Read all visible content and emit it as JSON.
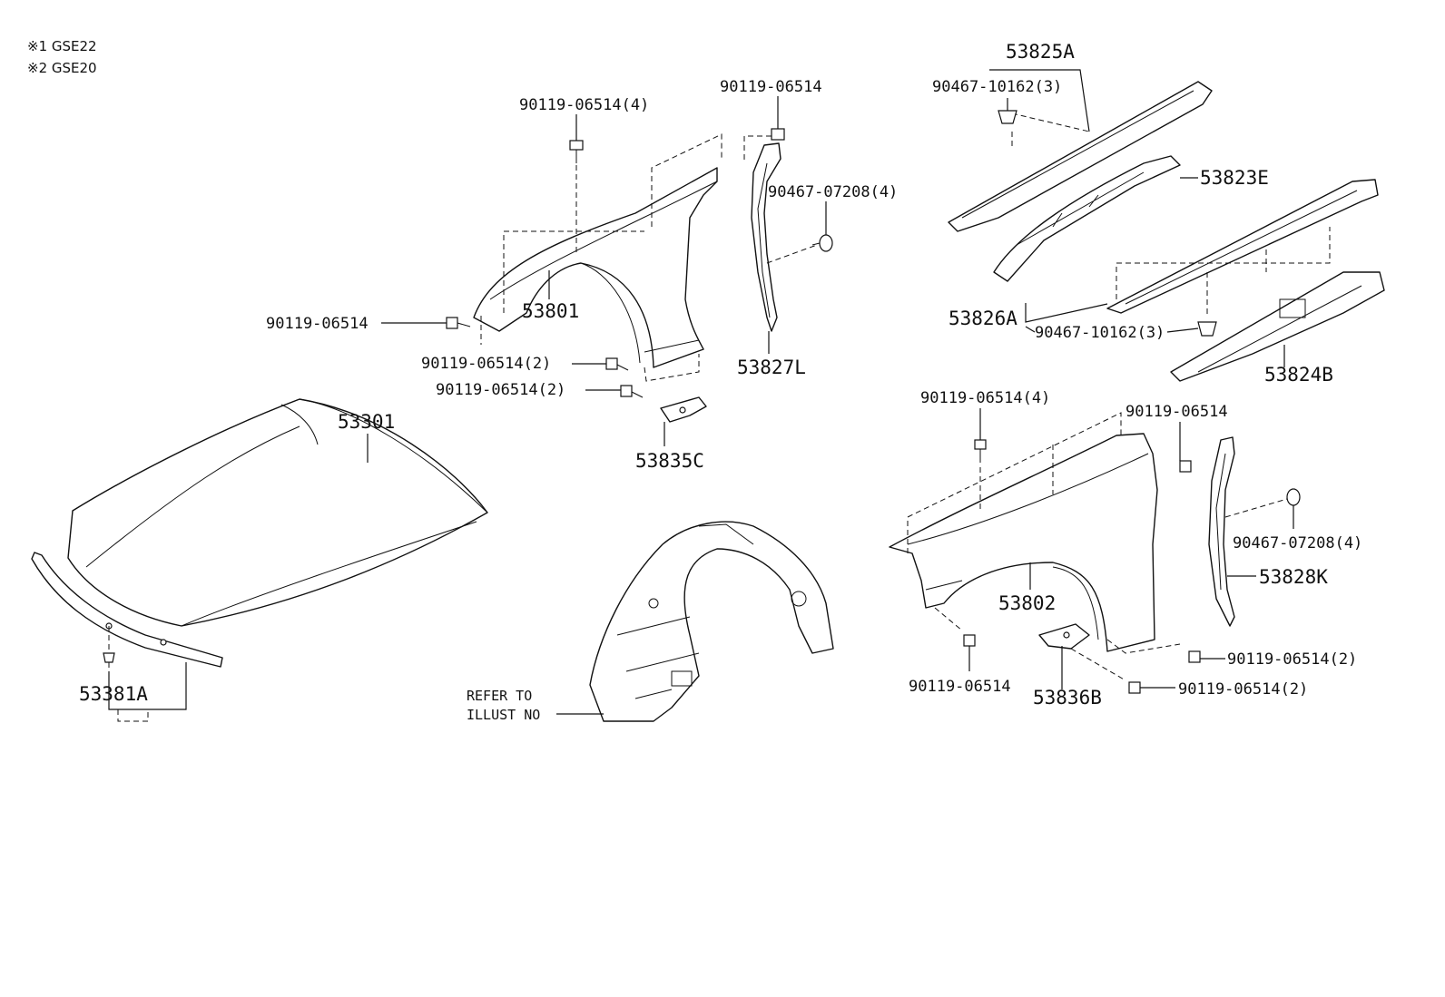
{
  "notes": [
    "※1 GSE22",
    "※2 GSE20"
  ],
  "labels": {
    "p53825A": "53825A",
    "p90467_10162_top": "90467-10162(3)",
    "p90119_06514_4_top": "90119-06514(4)",
    "p90119_06514_top": "90119-06514",
    "p90467_07208_top": "90467-07208(4)",
    "p53823E": "53823E",
    "p90119_06514_left": "90119-06514",
    "p53801": "53801",
    "p53826A": "53826A",
    "p90467_10162_mid": "90467-10162(3)",
    "p90119_06514_2_a": "90119-06514(2)",
    "p53827L": "53827L",
    "p53824B": "53824B",
    "p90119_06514_2_b": "90119-06514(2)",
    "p90119_06514_4_right": "90119-06514(4)",
    "p53301": "53301",
    "p90119_06514_right": "90119-06514",
    "p53835C": "53835C",
    "p90467_07208_right": "90467-07208(4)",
    "p53828K": "53828K",
    "p53802": "53802",
    "p90119_06514_2_c": "90119-06514(2)",
    "p53381A": "53381A",
    "p90119_06514_bottom": "90119-06514",
    "p90119_06514_2_d": "90119-06514(2)",
    "p53836B": "53836B"
  },
  "refer": {
    "line1": "REFER TO",
    "line2": "ILLUST NO"
  }
}
